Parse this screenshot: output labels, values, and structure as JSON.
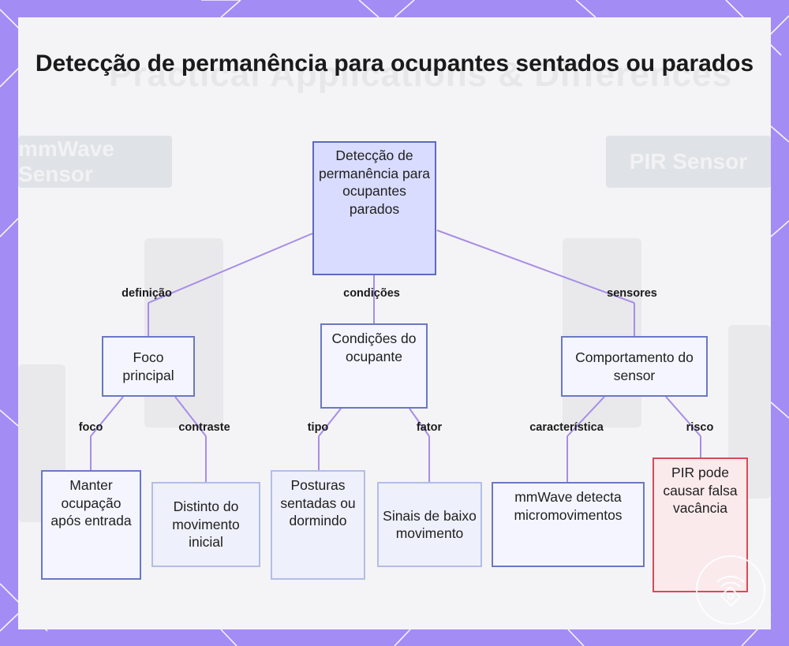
{
  "title": "Detecção de permanência para ocupantes sentados ou parados",
  "background_text": {
    "heading": "Practical Applications & Differences",
    "button_left": "mmWave Sensor",
    "button_right": "PIR Sensor"
  },
  "nodes": {
    "root": "Detecção de permanência para ocupantes parados",
    "definition": "Foco principal",
    "conditions": "Condições do ocupante",
    "sensor": "Comportamento do sensor",
    "keep": "Manter ocupação após entrada",
    "distinct": "Distinto do movimento inicial",
    "postures": "Posturas sentadas ou dormindo",
    "signals": "Sinais de baixo movimento",
    "mmwave": "mmWave detecta micromovimentos",
    "pir": "PIR pode causar falsa vacância"
  },
  "edges": {
    "definicao": "definição",
    "condicoes": "condições",
    "sensores": "sensores",
    "foco": "foco",
    "contraste": "contraste",
    "tipo": "tipo",
    "fator": "fator",
    "caracteristica": "característica",
    "risco": "risco"
  },
  "colors": {
    "frame": "#a48cf5",
    "connector": "#a78de6",
    "root_fill": "#d9dcfe",
    "risk_border": "#d84a58"
  }
}
